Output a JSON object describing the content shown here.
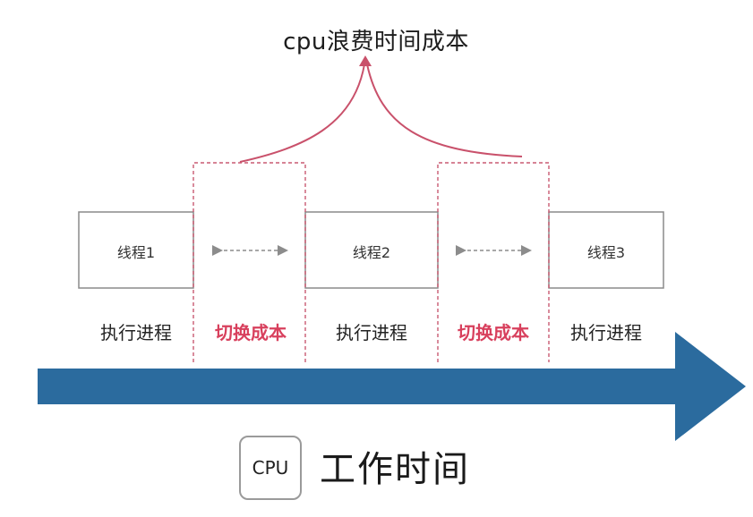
{
  "title": "cpu浪费时间成本",
  "threads": [
    {
      "label": "线程1"
    },
    {
      "label": "线程2"
    },
    {
      "label": "线程3"
    }
  ],
  "phases": [
    {
      "label": "执行进程",
      "kind": "exec"
    },
    {
      "label": "切换成本",
      "kind": "switch"
    },
    {
      "label": "执行进程",
      "kind": "exec"
    },
    {
      "label": "切换成本",
      "kind": "switch"
    },
    {
      "label": "执行进程",
      "kind": "exec"
    }
  ],
  "cpu": {
    "chip_label": "CPU",
    "caption": "工作时间"
  },
  "colors": {
    "arrow_blue": "#2b6b9e",
    "switch_red": "#d8405d",
    "curve_red": "#c9516b",
    "box_border": "#8a8a8a",
    "dashed_arrow": "#8c8c8c"
  }
}
